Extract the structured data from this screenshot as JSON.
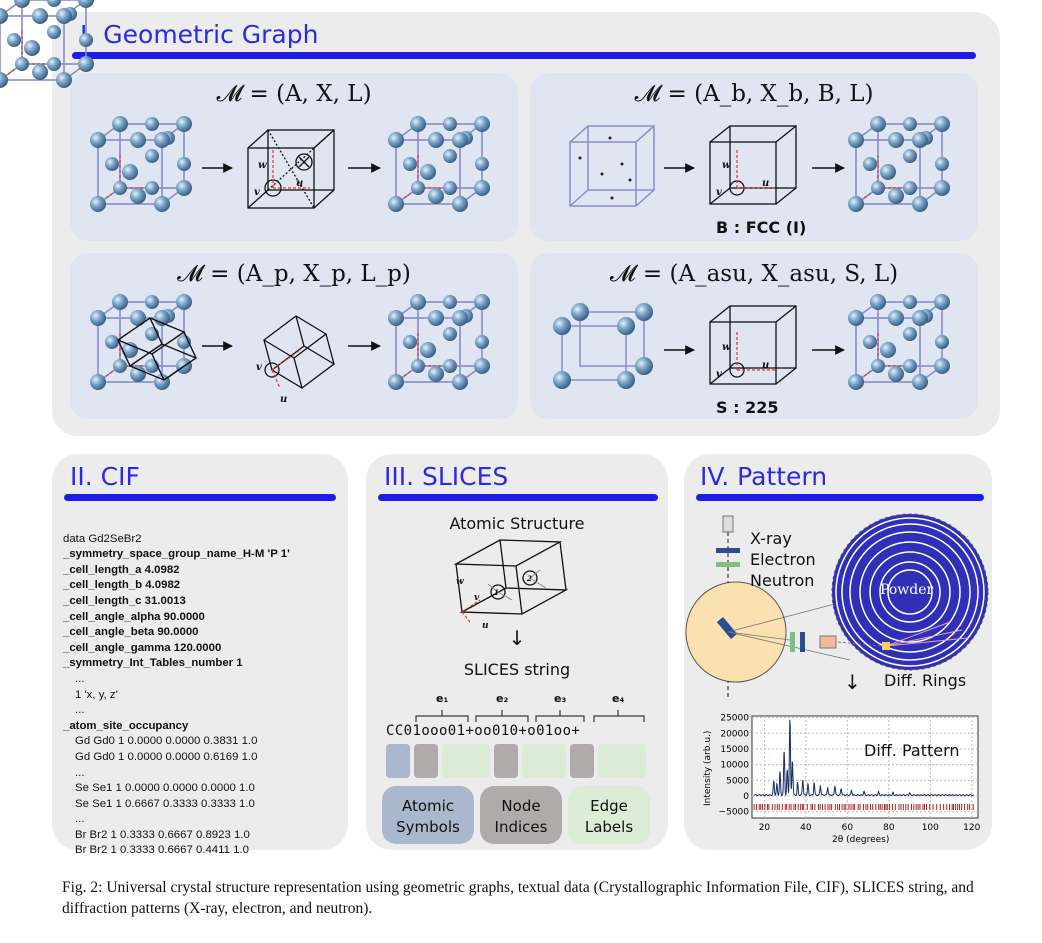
{
  "panels": {
    "geometric": {
      "title": "I. Geometric Graph",
      "formulas": [
        "𝓜 = (A, X, L)",
        "𝓜 = (A_b, X_b, B, L)",
        "𝓜 = (A_p, X_p, L_p)",
        "𝓜 = (A_asu, X_asu, S, L)"
      ],
      "label_fcc": "B : FCC (I)",
      "label_s225": "S : 225",
      "vec_w": "w",
      "vec_v": "v",
      "vec_u": "u"
    },
    "cif": {
      "title": "II. CIF",
      "lines": [
        "data Gd2SeBr2",
        "_symmetry_space_group_name_H-M 'P 1'",
        "_cell_length_a 4.0982",
        "_cell_length_b 4.0982",
        "_cell_length_c 31.0013",
        "_cell_angle_alpha 90.0000",
        "_cell_angle_beta 90.0000",
        "_cell_angle_gamma 120.0000",
        "_symmetry_Int_Tables_number 1",
        "...",
        "1 'x, y, z'",
        "...",
        "_atom_site_occupancy",
        "Gd Gd0 1 0.0000 0.0000 0.3831 1.0",
        "Gd Gd0 1 0.0000 0.0000 0.6169 1.0",
        "...",
        "Se Se1 1 0.0000 0.0000 0.0000 1.0",
        "Se Se1 1 0.6667 0.3333 0.3333 1.0",
        "...",
        "Br Br2 1 0.3333 0.6667 0.8923 1.0",
        "Br Br2 1 0.3333 0.6667 0.4411 1.0"
      ]
    },
    "slices": {
      "title": "III. SLICES",
      "atomic_structure": "Atomic Structure",
      "arrow": "↓",
      "slices_string_label": "SLICES string",
      "edges": [
        "e₁",
        "e₂",
        "e₃",
        "e₄"
      ],
      "string": "CC01ooo01+oo010+o01oo+",
      "legend": {
        "atomic_symbols": "Atomic Symbols",
        "node_indices": "Node Indices",
        "edge_labels": "Edge Labels"
      }
    },
    "pattern": {
      "title": "IV. Pattern",
      "radiation": [
        "X-ray",
        "Electron",
        "Neutron"
      ],
      "powder": "Powder",
      "diff_rings": "Diff. Rings",
      "arrow": "↓",
      "diff_pattern": "Diff. Pattern"
    }
  },
  "colors": {
    "title_blue": "#2a2ae0",
    "panel_bg": "#ececec",
    "subpanel_bg": "#dfe6f1",
    "atom": "#4f7da6",
    "legend_atomic": "#a9b8cc",
    "legend_node": "#b0abab",
    "legend_edge": "#dcecd6"
  },
  "chart_data": {
    "type": "line",
    "xlabel": "2θ (degrees)",
    "ylabel": "Intensity (arb.u.)",
    "xticks": [
      20,
      40,
      60,
      80,
      100,
      120
    ],
    "yticks": [
      25000,
      20000,
      15000,
      10000,
      5000,
      0,
      -5000
    ],
    "xlim": [
      14,
      123
    ],
    "ylim": [
      -7000,
      25500
    ],
    "grid": true,
    "peaks": [
      {
        "x": 24.5,
        "y": 4500
      },
      {
        "x": 26.0,
        "y": 3500
      },
      {
        "x": 27.5,
        "y": 7500
      },
      {
        "x": 29.5,
        "y": 14000
      },
      {
        "x": 31.0,
        "y": 8000
      },
      {
        "x": 32.3,
        "y": 24500
      },
      {
        "x": 33.5,
        "y": 11000
      },
      {
        "x": 36.0,
        "y": 4000
      },
      {
        "x": 38.5,
        "y": 5000
      },
      {
        "x": 41.0,
        "y": 3500
      },
      {
        "x": 44.0,
        "y": 4000
      },
      {
        "x": 47.0,
        "y": 3000
      },
      {
        "x": 50.5,
        "y": 2500
      },
      {
        "x": 54.0,
        "y": 3000
      },
      {
        "x": 57.0,
        "y": 2000
      },
      {
        "x": 62.0,
        "y": 1500
      },
      {
        "x": 68.0,
        "y": 1200
      },
      {
        "x": 75.0,
        "y": 1000
      },
      {
        "x": 82.0,
        "y": 800
      },
      {
        "x": 90.0,
        "y": 700
      }
    ],
    "baseline": 300,
    "reflection_marker_level": -3500,
    "reflection_marker_range": [
      15,
      121
    ]
  }
}
